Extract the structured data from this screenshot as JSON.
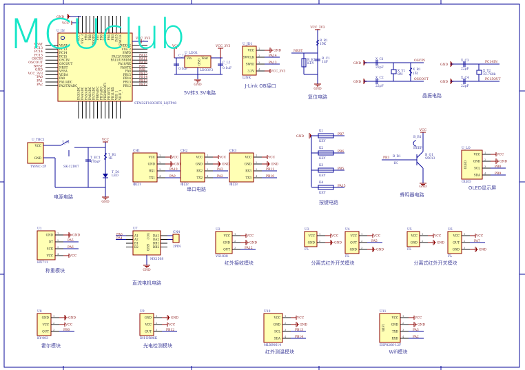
{
  "watermark": "MCUclub",
  "colors": {
    "wire": "#0a0a9a",
    "power": "#8b0000",
    "box": "#ffffb4",
    "watermark": "#19e6c8"
  },
  "captions": {
    "ldo": "5V转3.3V电路",
    "jlink": "J-Link OB接口",
    "reset": "复位电路",
    "crystal": "晶振电路",
    "power": "电源电路",
    "uart": "串口电路",
    "keys": "按键电路",
    "buzzer": "蜂鸣器电路",
    "oled": "OLED显示屏",
    "weigh": "称重模块",
    "motor": "直流电机电路",
    "ir_rx": "红外接收模块",
    "ir_switch_1": "分离式红外开关模块",
    "ir_switch_2": "分离式红外开关模块",
    "hall": "霍尔模块",
    "photo": "光电检测模块",
    "ir_temp": "红外测温模块",
    "wifi": "Wifi模块"
  },
  "mcu": {
    "ref": "U_IN",
    "part": "STM32F103C8T6_LQFP48",
    "top_net_gnd": "GND",
    "top_net_vcc": "VCC",
    "right_net_vcc": "VCC_3V3",
    "left_pins": [
      "VBAT",
      "PC13",
      "PC14",
      "PC15",
      "OSCIN",
      "OSCOUT",
      "NRST",
      "VSSA",
      "VDDA",
      "PA0",
      "PA1/ADC",
      "PA2/TX/ADC"
    ],
    "left_nets": [
      "VBAT",
      "PC13",
      "PC14",
      "PC15",
      "OSCIN",
      "OSCOUT",
      "NRST",
      "GND",
      "VCC_3V3",
      "PA0",
      "PA1",
      "PA2"
    ],
    "right_pins": [
      "VDD_2",
      "VSS_2",
      "SWIO",
      "PA12/USBDP",
      "PA11/USBDM",
      "PA10/RX",
      "PA9/TX",
      "PA8",
      "PB15",
      "PB14",
      "PB13",
      "PB12"
    ],
    "right_nets": [
      "",
      "",
      "",
      "PA12",
      "PA11",
      "PA10",
      "PA9",
      "PA8",
      "PB15",
      "PB14",
      "PB13",
      "PB12"
    ],
    "top_pins": [
      "VCC",
      "VSS_3",
      "PB9",
      "PB8",
      "BOOT0",
      "PB7",
      "PB6",
      "PB5",
      "PB4",
      "PB3",
      "PA15",
      "SWCLK"
    ],
    "bottom_pins": [
      "PA3/ADC",
      "PA4/ADC",
      "PA5/ADC",
      "PA6/ADC",
      "PA7/ADC",
      "PB0/ADC",
      "PB1/ADC",
      "PB2/BOOT1",
      "PB10/TX",
      "PB11/RX",
      "VSS_1",
      "VDD_1"
    ]
  },
  "ldo": {
    "ref": "U_LDO1",
    "part": "LDO3V3",
    "vin": "Vin",
    "vout": "Vout",
    "gnd": "GND",
    "in_net": "VCC",
    "out_net": "VCC_3V3",
    "gnd_net": "GND",
    "c1_ref": "C_L1",
    "c1_val": "0.1uF",
    "c2_ref": "C_L2",
    "c2_val": "0.1uF"
  },
  "reset": {
    "vcc": "VCC_3V3",
    "r_ref": "R_R1",
    "r_val": "10K",
    "nrst": "NRST",
    "sw_ref": "R_K1",
    "sw_val": "KEY",
    "c_ref": "R_C1",
    "c_val": "1uF",
    "gnd": "GND"
  },
  "crystal": {
    "gnd": "GND",
    "c1_ref": "X_C1",
    "c1_val": "22pF",
    "c2_ref": "X_C2",
    "c2_val": "22pF",
    "y1_ref": "X_Y1",
    "y1_val": "8M",
    "r_ref": "X_R1",
    "r_val": "1M",
    "net_in": "OSCIN",
    "net_out": "OSCOUT",
    "c3_ref": "X_C3",
    "c3_val": "22pF",
    "c4_ref": "X_C4",
    "c4_val": "22pF",
    "y2_ref": "X_Y2",
    "y2_val": "32.768k",
    "net_in2": "PC14IN",
    "net_out2": "PC15OUT"
  },
  "power": {
    "conn_ref": "U_TBC1",
    "conn_part": "TYPEC-2P",
    "pin_vcc": "VCC",
    "pin_gnd": "GND",
    "sw_ref": "T_S1",
    "sw_part": "SK-12D07",
    "c_ref": "T_EC1",
    "c_val": "470uF",
    "r_ref": "T_R1",
    "r_val": "1K",
    "led_ref": "T_D1",
    "led_val": "LED",
    "vcc": "VCC",
    "gnd": "GND"
  },
  "keys": {
    "gnd": "GND",
    "items": [
      {
        "ref": "K1",
        "val": "KEY",
        "net": "PB7"
      },
      {
        "ref": "K2",
        "val": "KEY",
        "net": "PB6"
      },
      {
        "ref": "K3",
        "val": "KEY",
        "net": "PB5"
      },
      {
        "ref": "K4",
        "val": "KEY",
        "net": "PA15"
      }
    ]
  },
  "buzzer": {
    "vcc": "VCC",
    "bz_ref": "B_B1",
    "bz_val": "BEEP",
    "q_ref": "B_Q1",
    "q_val": "S9013",
    "r_ref": "B_R1",
    "r_val": "1K",
    "in_net": "PB3",
    "gnd": "GND"
  },
  "motor": {
    "ref": "U7",
    "part": "MX1508",
    "left": [
      "A1",
      "A2",
      "B1",
      "B2"
    ],
    "left_nets": [
      "PA6",
      "PA4",
      "",
      ""
    ],
    "right": [
      "DA1",
      "DA2",
      "DB1",
      "DB2"
    ],
    "top": "VCC",
    "bottom": "GND",
    "gnd": "GND",
    "conn_ref": "CN4",
    "conn_part": "2PIN"
  },
  "modules": [
    {
      "ref": "CH1",
      "part": "串口1",
      "pins": [
        {
          "name": "VCC",
          "num": "1",
          "net": "VCC"
        },
        {
          "name": "GND",
          "num": "2",
          "net": "GND"
        },
        {
          "name": "RX1",
          "num": "3",
          "net": "PA10"
        },
        {
          "name": "TX1",
          "num": "4",
          "net": "PA9"
        }
      ]
    },
    {
      "ref": "CH2",
      "part": "串口2",
      "pins": [
        {
          "name": "VCC",
          "num": "1",
          "net": "VCC"
        },
        {
          "name": "GND",
          "num": "2",
          "net": "GND"
        },
        {
          "name": "RX2",
          "num": "3",
          "net": "PA3"
        },
        {
          "name": "TX2",
          "num": "4",
          "net": "PA2"
        }
      ]
    },
    {
      "ref": "CH3",
      "part": "串口3",
      "pins": [
        {
          "name": "VCC",
          "num": "1",
          "net": "VCC"
        },
        {
          "name": "GND",
          "num": "2",
          "net": "GND"
        },
        {
          "name": "RX3",
          "num": "3",
          "net": "PB11"
        },
        {
          "name": "TX3",
          "num": "4",
          "net": "PB10"
        }
      ]
    },
    {
      "ref": "U_LO",
      "part": "OLED",
      "inner": "OLED",
      "pins": [
        {
          "name": "VCC",
          "num": "1",
          "net": "VCC"
        },
        {
          "name": "GND",
          "num": "2",
          "net": "GND"
        },
        {
          "name": "SCL",
          "num": "3",
          "net": "PB8"
        },
        {
          "name": "SDA",
          "num": "4",
          "net": "PB9"
        }
      ]
    },
    {
      "ref": "U_JD1",
      "part": "LINK",
      "pins": [
        {
          "name": "VCC",
          "num": "1",
          "net": "GND"
        },
        {
          "name": "SWCLK",
          "num": "2",
          "net": "PA14"
        },
        {
          "name": "SWIO",
          "num": "3",
          "net": "PA13"
        },
        {
          "name": "3.3V",
          "num": "4",
          "net": "VCC_3V3"
        }
      ]
    },
    {
      "ref": "U1",
      "part": "HX711",
      "pins": [
        {
          "name": "GND",
          "num": "1",
          "net": "GND"
        },
        {
          "name": "DT",
          "num": "2",
          "net": "PA5"
        },
        {
          "name": "SCK",
          "num": "3",
          "net": "PA6"
        },
        {
          "name": "VCC",
          "num": "4",
          "net": "VCC"
        }
      ]
    },
    {
      "ref": "U2",
      "part": "VS1838",
      "pins": [
        {
          "name": "VCC",
          "num": "1",
          "net": "VCC"
        },
        {
          "name": "GND",
          "num": "2",
          "net": "GND"
        },
        {
          "name": "OUT",
          "num": "3",
          "net": "PA12"
        }
      ]
    },
    {
      "ref": "U3",
      "part": "FL",
      "pins": [
        {
          "name": "VCC",
          "num": "1",
          "net": "VCC"
        },
        {
          "name": "GND",
          "num": "2",
          "net": "GND"
        }
      ]
    },
    {
      "ref": "U4",
      "part": "FL",
      "pins": [
        {
          "name": "VCC",
          "num": "1",
          "net": "VCC"
        },
        {
          "name": "OUT",
          "num": "2",
          "net": "PA5"
        },
        {
          "name": "GND",
          "num": "3",
          "net": "GND"
        }
      ]
    },
    {
      "ref": "U5",
      "part": "FL",
      "pins": [
        {
          "name": "VCC",
          "num": "1",
          "net": "VCC"
        },
        {
          "name": "GND",
          "num": "2",
          "net": "GND"
        }
      ]
    },
    {
      "ref": "U6",
      "part": "FL",
      "pins": [
        {
          "name": "VCC",
          "num": "1",
          "net": "VCC"
        },
        {
          "name": "OUT",
          "num": "2",
          "net": "PA7"
        },
        {
          "name": "GND",
          "num": "3",
          "net": "GND"
        }
      ]
    },
    {
      "ref": "U8",
      "part": "KY-003",
      "pins": [
        {
          "name": "GND",
          "num": "1",
          "net": "GND"
        },
        {
          "name": "VCC",
          "num": "2",
          "net": "VCC"
        },
        {
          "name": "OUT",
          "num": "3",
          "net": "PB0"
        }
      ]
    },
    {
      "ref": "U9",
      "part": "DH-DR06K",
      "pins": [
        {
          "name": "GND",
          "num": "1",
          "net": "GND"
        },
        {
          "name": "VCC",
          "num": "2",
          "net": "VCC"
        },
        {
          "name": "OUT",
          "num": "3",
          "net": "PB12"
        }
      ]
    },
    {
      "ref": "U10",
      "part": "MLX90614",
      "pins": [
        {
          "name": "VCC",
          "num": "1",
          "net": "VCC"
        },
        {
          "name": "GND",
          "num": "2",
          "net": "GND"
        },
        {
          "name": "SCL",
          "num": "3",
          "net": "PB13"
        },
        {
          "name": "SDA",
          "num": "4",
          "net": "PB14"
        }
      ]
    },
    {
      "ref": "U11",
      "part": "ESP8266-12F",
      "inner": "WIFI",
      "pins": [
        {
          "name": "VCC",
          "num": "1",
          "net": "VCC"
        },
        {
          "name": "GND",
          "num": "2",
          "net": "GND"
        },
        {
          "name": "TXD",
          "num": "3",
          "net": "PA3"
        },
        {
          "name": "RXD",
          "num": "4",
          "net": "PA2"
        }
      ]
    }
  ]
}
